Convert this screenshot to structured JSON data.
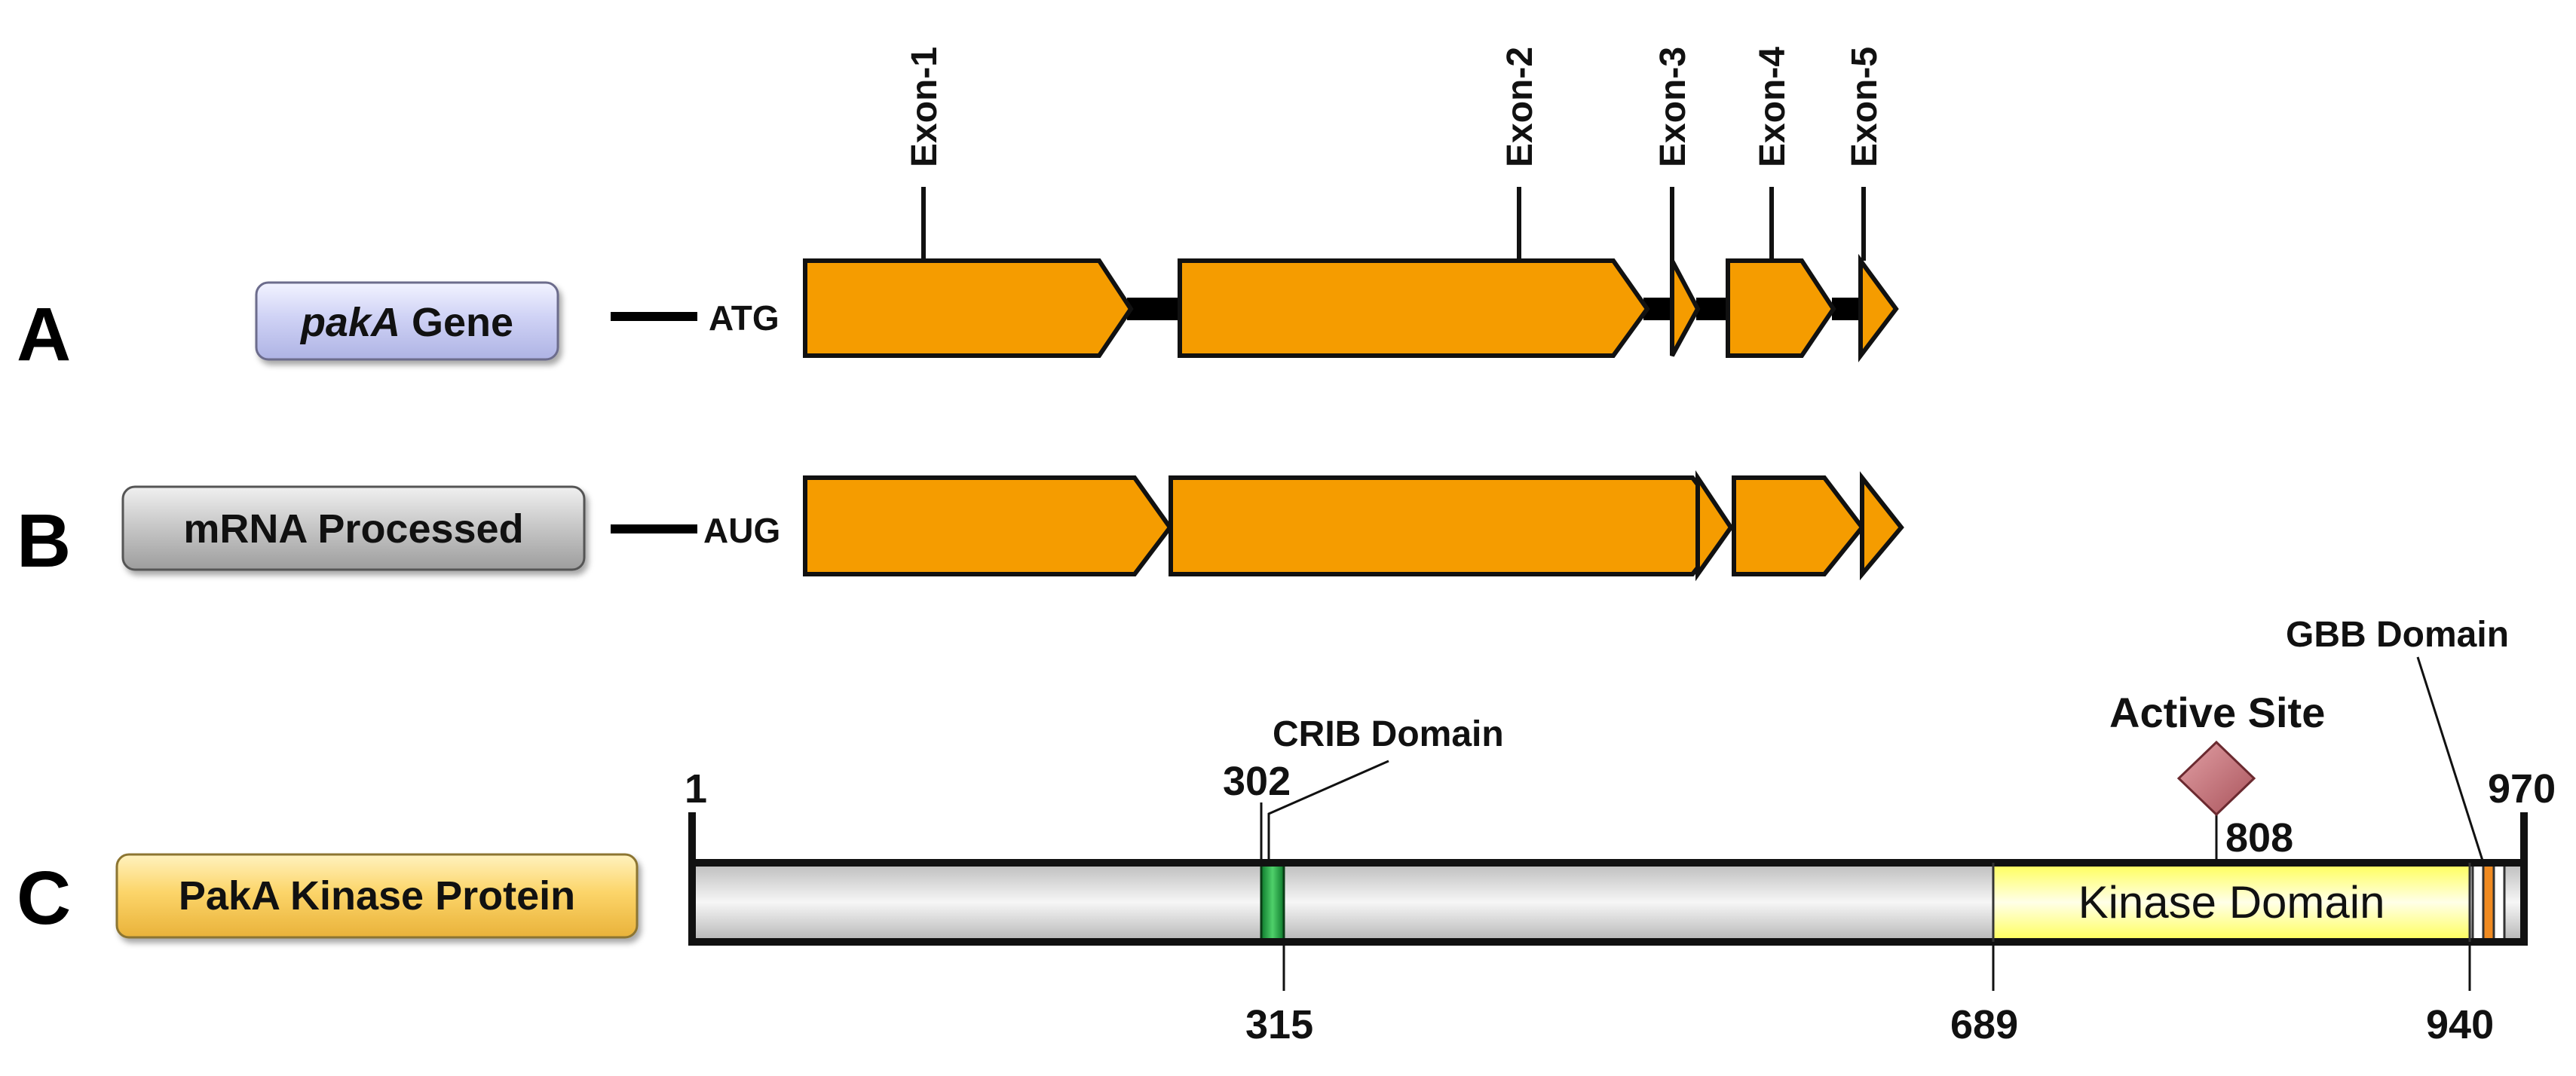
{
  "panels": [
    {
      "letter": "A",
      "label_italic": "pakA",
      "label_rest": " Gene",
      "start": "ATG"
    },
    {
      "letter": "B",
      "label": "mRNA Processed",
      "start": "AUG"
    },
    {
      "letter": "C",
      "label": "PakA Kinase Protein"
    }
  ],
  "exons": [
    "Exon-1",
    "Exon-2",
    "Exon-3",
    "Exon-4",
    "Exon-5"
  ],
  "protein": {
    "start": "1",
    "end": "970",
    "crib_start": "302",
    "crib_end": "315",
    "crib_label": "CRIB Domain",
    "kinase_start": "689",
    "kinase_end": "940",
    "kinase_label": "Kinase Domain",
    "active_site_label": "Active Site",
    "active_site_pos": "808",
    "gbb_label": "GBB Domain"
  },
  "colors": {
    "exon": "#f59c00",
    "gene_pill": "#cfd2f5",
    "mrna_pill": "#c8c8c8",
    "protein_pill": "#fcd56a",
    "kinase": "#ffff66",
    "crib": "#22aa44",
    "active_site": "#c9777d",
    "gbb": "#f08a20"
  }
}
